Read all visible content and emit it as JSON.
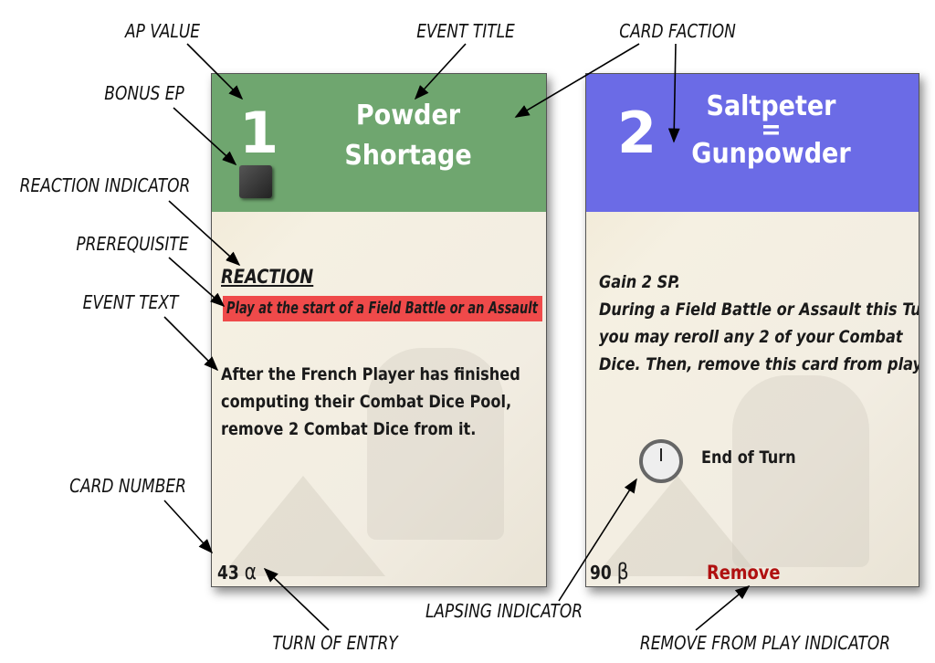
{
  "labels": {
    "ap_value": "AP VALUE",
    "event_title": "EVENT TITLE",
    "card_faction": "CARD FACTION",
    "bonus_ep": "BONUS EP",
    "reaction_indicator": "REACTION INDICATOR",
    "prerequisite": "PREREQUISITE",
    "event_text": "EVENT TEXT",
    "card_number": "CARD NUMBER",
    "turn_of_entry": "TURN OF ENTRY",
    "lapsing_indicator": "LAPSING INDICATOR",
    "remove_from_play_indicator": "REMOVE FROM PLAY INDICATOR"
  },
  "card1": {
    "ap": "1",
    "title1": "Powder",
    "title2": "Shortage",
    "faction_color": "#6fa66f",
    "reaction": "REACTION",
    "prereq": "Play at the start of a Field Battle or an Assault",
    "prereq_color": "#ef4a4a",
    "text": [
      "After the French Player has finished",
      "computing their Combat Dice Pool,",
      "remove 2 Combat Dice from it."
    ],
    "number": "43",
    "turn": "α"
  },
  "card2": {
    "ap": "2",
    "title1": "Saltpeter",
    "title2": "=",
    "title3": "Gunpowder",
    "faction_color": "#6b6be6",
    "text": [
      "Gain 2 SP.",
      "During a Field Battle or Assault this Turn,",
      "you may reroll any 2 of your Combat",
      "Dice. Then, remove this card from play."
    ],
    "lapse": "End of Turn",
    "number": "90",
    "turn": "β",
    "remove": "Remove",
    "remove_color": "#b01010"
  }
}
